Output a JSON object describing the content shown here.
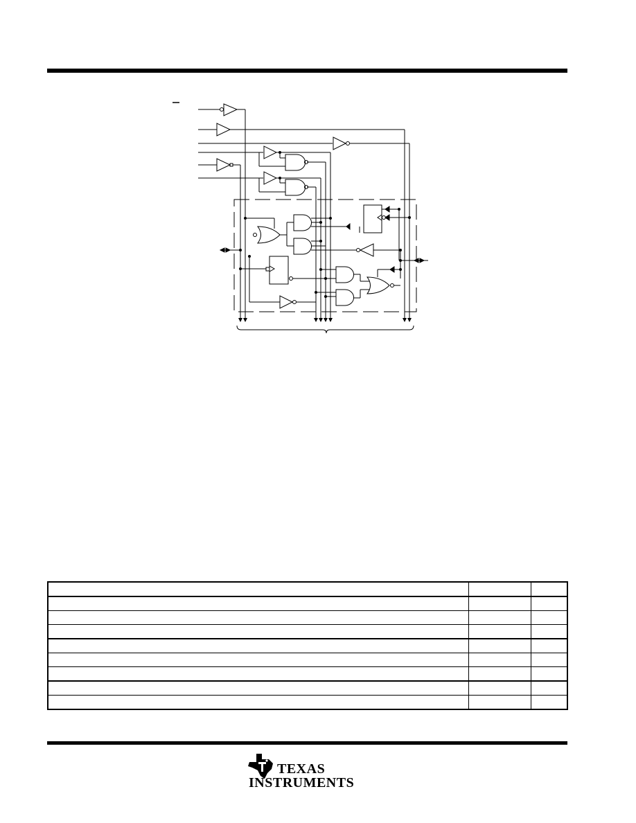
{
  "logo": {
    "line1": "TEXAS",
    "line2": "INSTRUMENTS",
    "colors": {
      "ink": "#000000"
    }
  },
  "table": {
    "row_count": 9,
    "thick_separator_rows": [
      0,
      3,
      6
    ]
  }
}
